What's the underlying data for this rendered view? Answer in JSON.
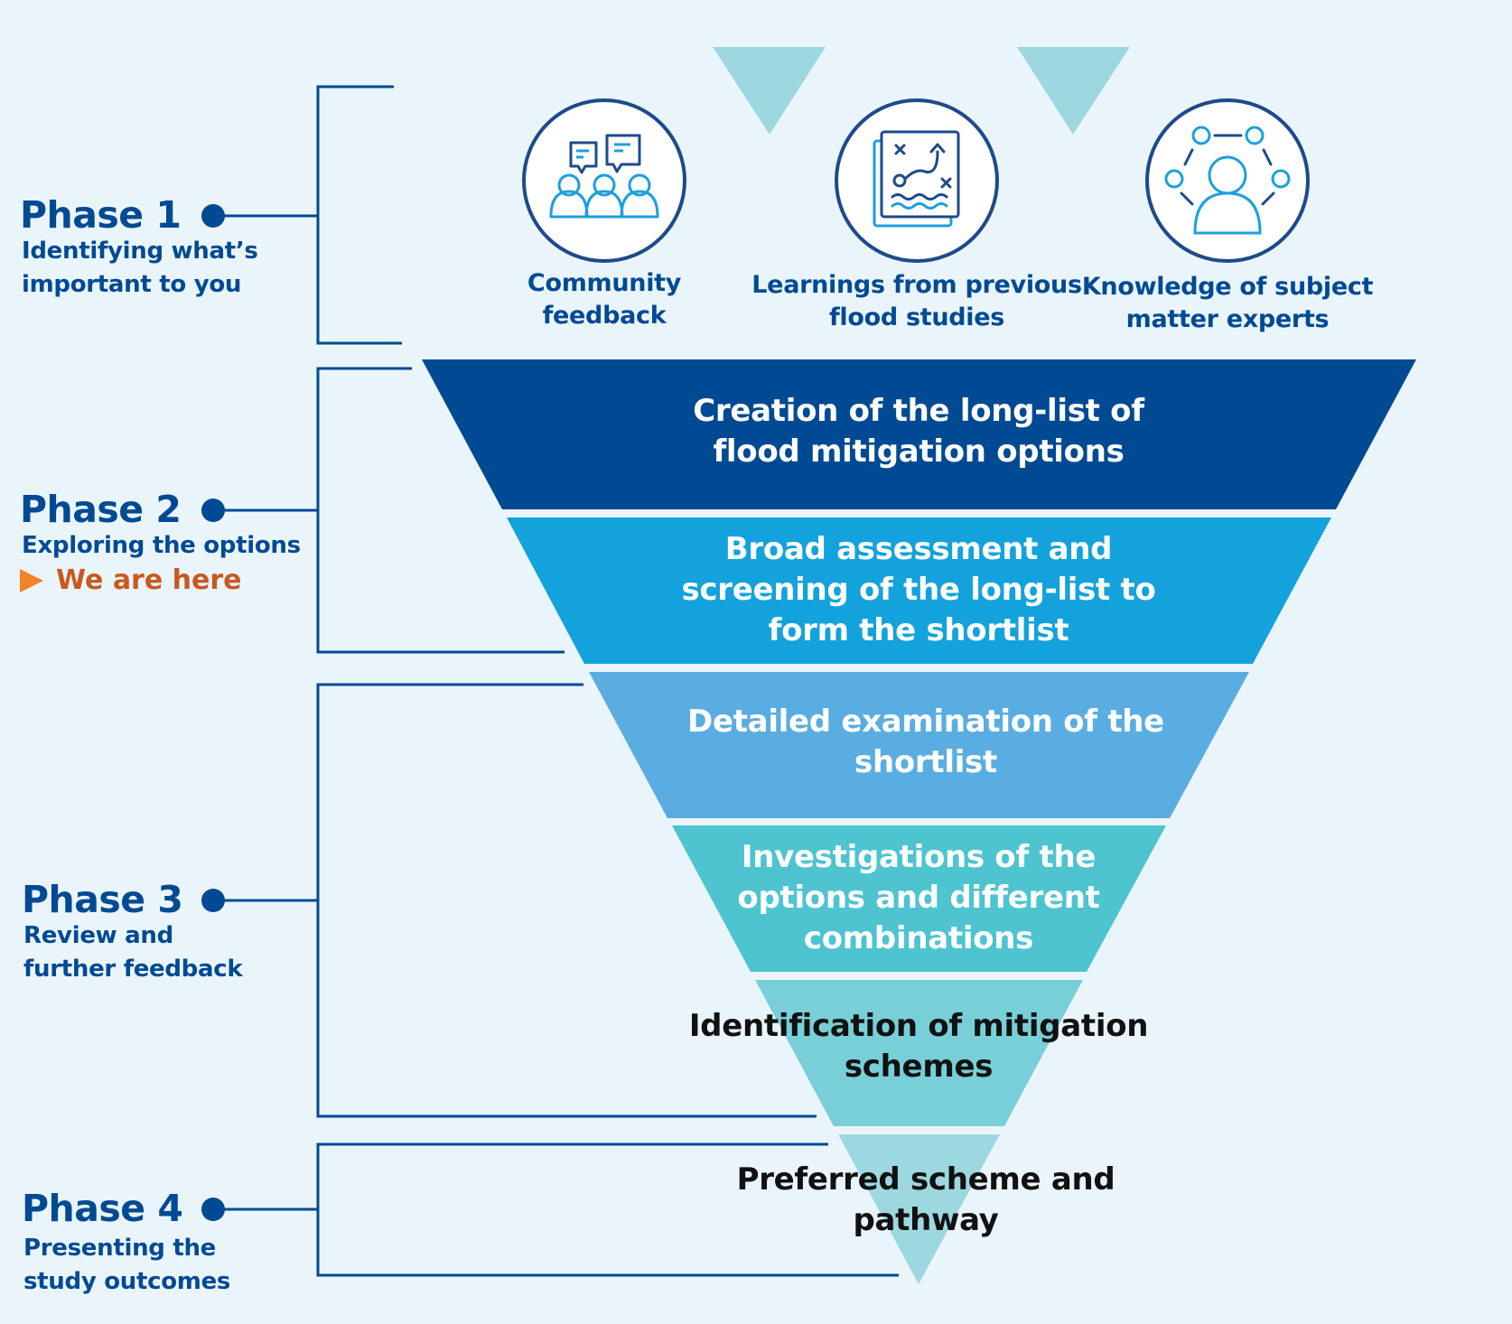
{
  "colors": {
    "background": "#eaf5fb",
    "phase_text": "#004a93",
    "bracket_line": "#004a93",
    "we_are_here_text": "#c9591f",
    "we_are_here_arrow": "#f08427",
    "icon_circle_stroke": "#1e4a8a",
    "icon_dark": "#1e4a8a",
    "icon_light": "#1ba0dc",
    "input_triangle": "#9dd8e0"
  },
  "phases": [
    {
      "title": "Phase 1",
      "subtitle_lines": [
        "Identifying what’s",
        "important to you"
      ]
    },
    {
      "title": "Phase 2",
      "subtitle_lines": [
        "Exploring the options"
      ],
      "marker": "We are here"
    },
    {
      "title": "Phase 3",
      "subtitle_lines": [
        "Review and",
        "further feedback"
      ]
    },
    {
      "title": "Phase 4",
      "subtitle_lines": [
        "Presenting the",
        "study outcomes"
      ]
    }
  ],
  "inputs": [
    {
      "icon": "community-feedback-icon",
      "caption_lines": [
        "Community",
        "feedback"
      ]
    },
    {
      "icon": "flood-study-map-icon",
      "caption_lines": [
        "Learnings from previous",
        "flood studies"
      ]
    },
    {
      "icon": "expert-network-icon",
      "caption_lines": [
        "Knowledge of subject",
        "matter experts"
      ]
    }
  ],
  "funnel": [
    {
      "lines": [
        "Creation of the long-list of",
        "flood mitigation options"
      ],
      "color": "#004a93",
      "text_color": "light"
    },
    {
      "lines": [
        "Broad assessment and",
        "screening of the long-list to",
        "form the shortlist"
      ],
      "color": "#13a2dc",
      "text_color": "light"
    },
    {
      "lines": [
        "Detailed examination of the",
        "shortlist"
      ],
      "color": "#5aade1",
      "text_color": "light"
    },
    {
      "lines": [
        "Investigations of the",
        "options and different",
        "combinations"
      ],
      "color": "#4dc4d0",
      "text_color": "light"
    },
    {
      "lines": [
        "Identification of mitigation",
        "schemes"
      ],
      "color": "#78cfd8",
      "text_color": "dark"
    },
    {
      "lines": [
        "Preferred scheme and",
        "pathway"
      ],
      "color": "#9dd8e0",
      "text_color": "dark"
    }
  ]
}
